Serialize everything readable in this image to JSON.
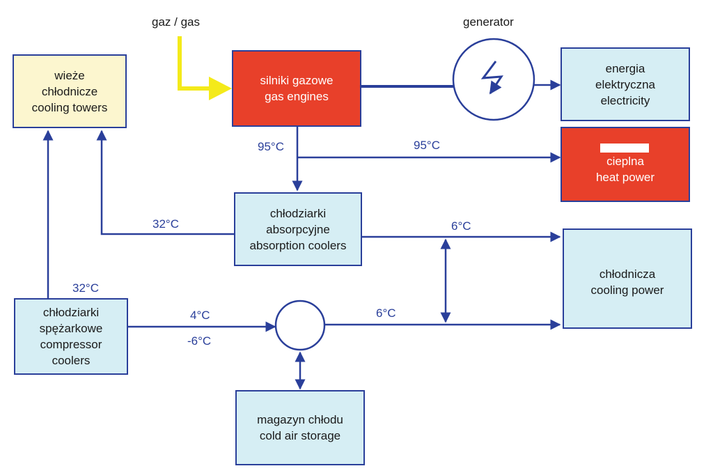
{
  "inputs": {
    "gas": "gaz / gas",
    "generator": "generator"
  },
  "boxes": {
    "cooling_towers": [
      "wieże",
      "chłodnicze",
      "cooling towers"
    ],
    "gas_engines": [
      "silniki gazowe",
      "gas engines"
    ],
    "electricity": [
      "energia",
      "elektryczna",
      "electricity"
    ],
    "heat_power": [
      "cieplna",
      "heat power"
    ],
    "absorption_coolers": [
      "chłodziarki",
      "absorpcyjne",
      "absorption coolers"
    ],
    "cooling_power": [
      "chłodnicza",
      "cooling power"
    ],
    "compressor_coolers": [
      "chłodziarki",
      "spężarkowe",
      "compressor",
      "coolers"
    ],
    "cold_storage": [
      "magazyn chłodu",
      "cold air storage"
    ]
  },
  "temperatures": {
    "engine_out": "95°C",
    "heat_line": "95°C",
    "absorber_to_tower": "32°C",
    "absorber_cold_out": "6°C",
    "compressor_to_tower": "32°C",
    "compressor_out_a": "4°C",
    "compressor_out_b": "-6°C",
    "mixer_out": "6°C"
  },
  "colors": {
    "line": "#2a3f9a",
    "gas": "#f4ea1a",
    "engine_fill": "#e8402a",
    "box_fill": "#d6eef4"
  }
}
